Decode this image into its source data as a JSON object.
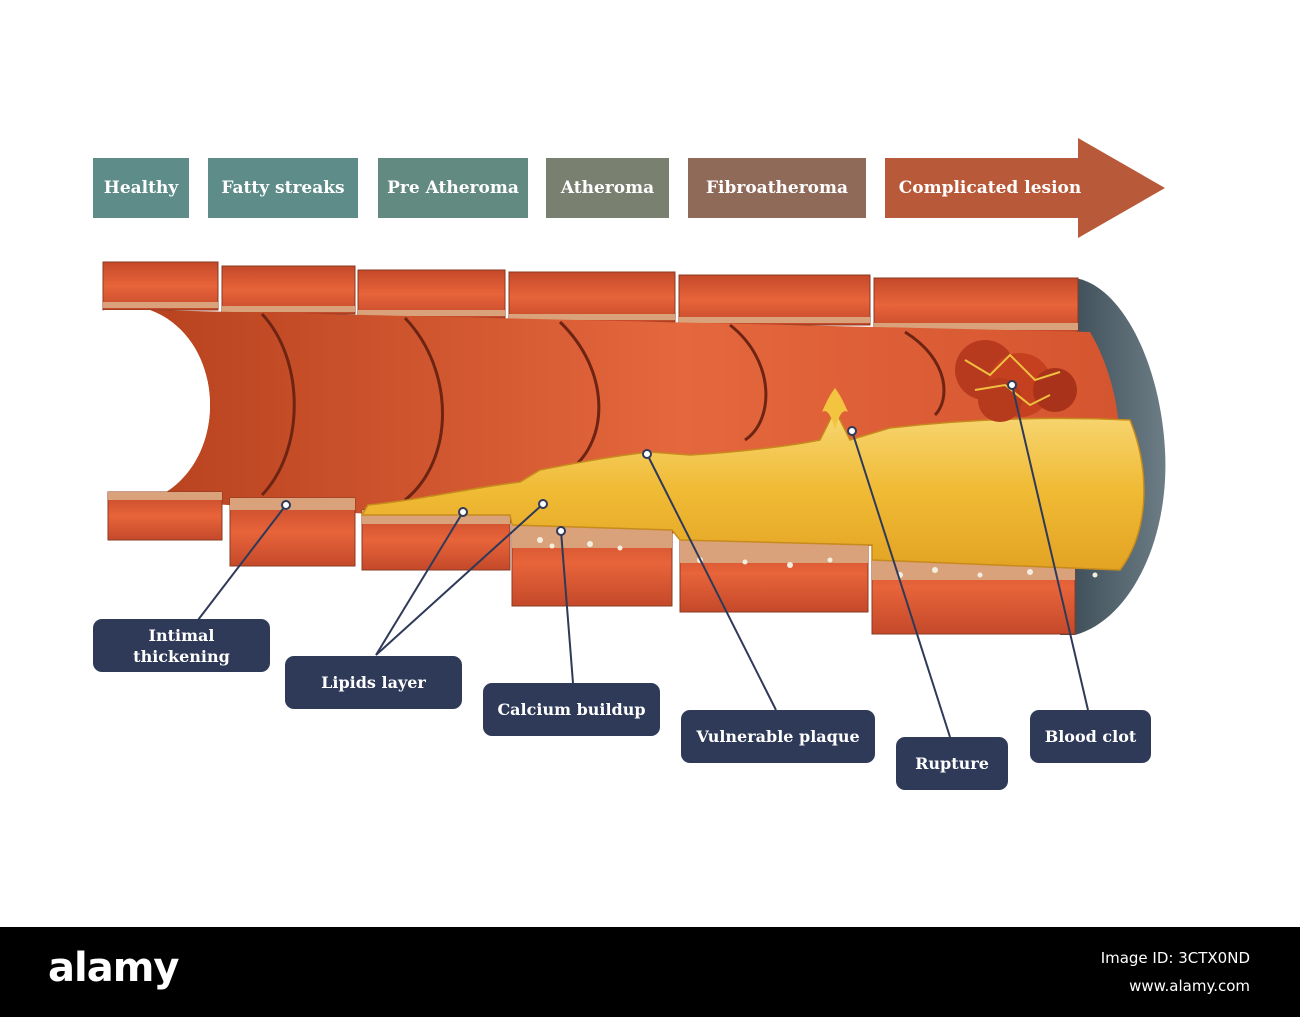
{
  "stages": [
    {
      "label": "Healthy",
      "color": "#5e8c88"
    },
    {
      "label": "Fatty streaks",
      "color": "#5e8c88"
    },
    {
      "label": "Pre Atheroma",
      "color": "#638a80"
    },
    {
      "label": "Atheroma",
      "color": "#7a8070"
    },
    {
      "label": "Fibroatheroma",
      "color": "#8f6a58"
    },
    {
      "label": "Complicated lesion",
      "color": "#b85a3a"
    }
  ],
  "callouts": [
    {
      "id": "intimal-thickening",
      "lines": [
        "Intimal",
        "thickening"
      ]
    },
    {
      "id": "lipids-layer",
      "lines": [
        "Lipids layer"
      ]
    },
    {
      "id": "calcium-buildup",
      "lines": [
        "Calcium buildup"
      ]
    },
    {
      "id": "vulnerable-plaque",
      "lines": [
        "Vulnerable plaque"
      ]
    },
    {
      "id": "rupture",
      "lines": [
        "Rupture"
      ]
    },
    {
      "id": "blood-clot",
      "lines": [
        "Blood clot"
      ]
    }
  ],
  "colors": {
    "artery_wall": "#e8643a",
    "artery_dark": "#c4492a",
    "intima": "#d9a27a",
    "plaque": "#f2c245",
    "callout_bg": "#2f3a58"
  },
  "footer": {
    "brand": "alamy",
    "image_id": "Image ID: 3CTX0ND",
    "site": "www.alamy.com"
  }
}
